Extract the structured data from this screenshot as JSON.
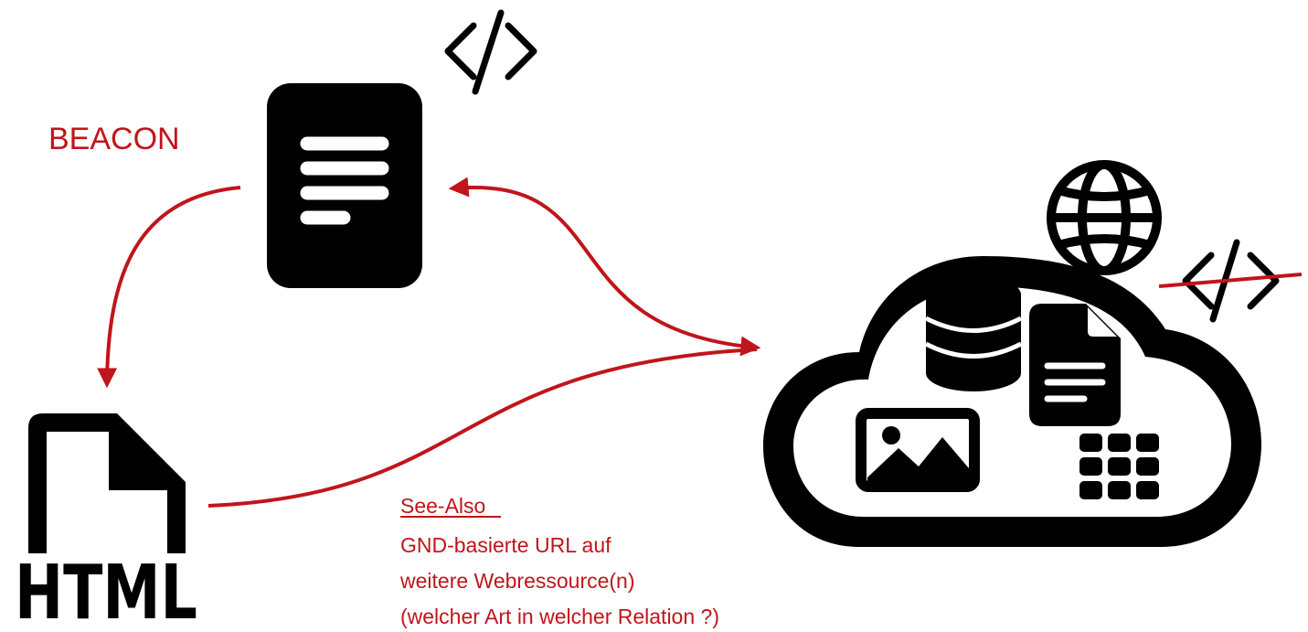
{
  "beacon_label": "BEACON",
  "html_label": "HTML",
  "see_also": {
    "title": "See-Also",
    "line1": "GND-basierte URL auf",
    "line2": "weitere Webressource(n)",
    "line3": "(welcher Art in welcher Relation ?)"
  },
  "colors": {
    "accent": "#c0151b",
    "icon": "#000000",
    "background": "#ffffff"
  },
  "icons": {
    "code_top": "code-icon",
    "document": "document-icon",
    "html_file": "html-file-icon",
    "cloud": "cloud-icon",
    "globe": "globe-icon",
    "database": "database-icon",
    "cloud_document": "document-icon",
    "image": "image-icon",
    "grid": "grid-icon",
    "code_struck": "code-icon"
  }
}
